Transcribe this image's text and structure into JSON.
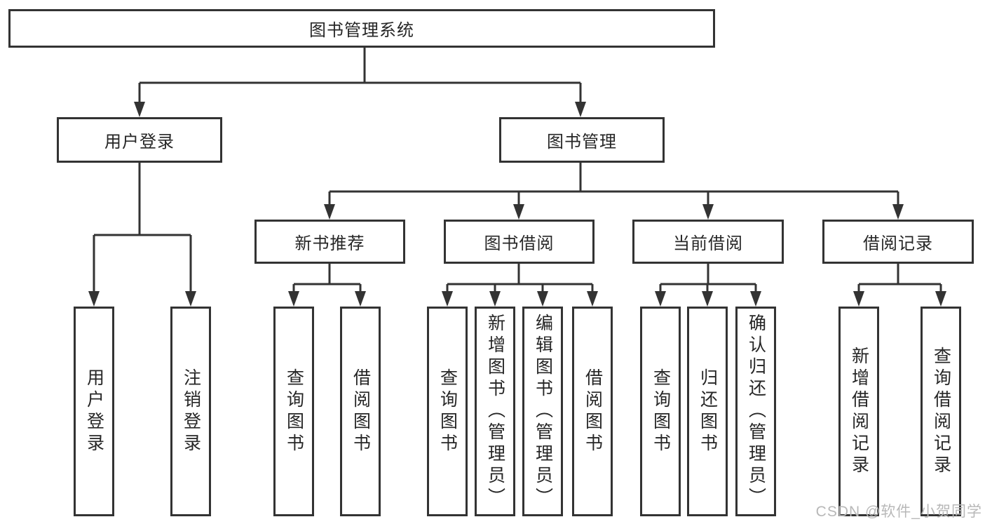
{
  "diagram_title": "图书管理系统",
  "nodes": {
    "root": "图书管理系统",
    "user_login": "用户登录",
    "book_mgmt": "图书管理",
    "new_books": "新书推荐",
    "book_borrow": "图书借阅",
    "current_borrow": "当前借阅",
    "borrow_records": "借阅记录",
    "leaf_user_login": "用户登录",
    "leaf_logout": "注销登录",
    "leaf_newbooks_search": "查询图书",
    "leaf_newbooks_borrow": "借阅图书",
    "leaf_borrow_search": "查询图书",
    "leaf_borrow_add": "新增图书（管理员）",
    "leaf_borrow_edit": "编辑图书（管理员）",
    "leaf_borrow_borrow": "借阅图书",
    "leaf_current_search": "查询图书",
    "leaf_current_return": "归还图书",
    "leaf_current_confirm": "确认归还（管理员）",
    "leaf_records_add": "新增借阅记录",
    "leaf_records_search": "查询借阅记录"
  },
  "watermark": "CSDN @软件_小贺同学",
  "colors": {
    "line": "#333333",
    "text": "#262626",
    "box_background": "#ffffff",
    "watermark": "#b8b8b8",
    "background": "#ffffff"
  }
}
